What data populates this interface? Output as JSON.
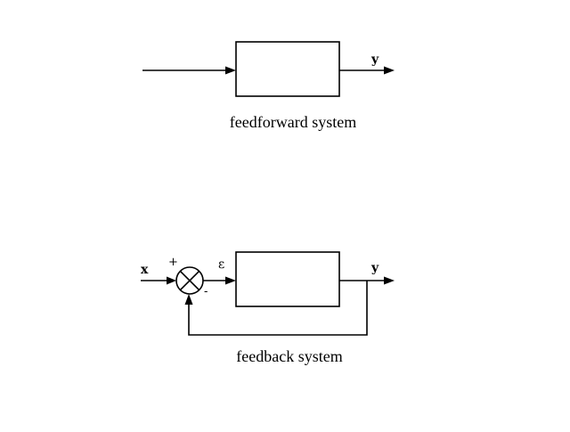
{
  "feedforward": {
    "caption": "feedforward system",
    "output_label": "y"
  },
  "feedback": {
    "caption": "feedback system",
    "input_label": "x",
    "error_label": "ε",
    "output_label": "y",
    "plus_sign": "+",
    "minus_sign": "-"
  }
}
